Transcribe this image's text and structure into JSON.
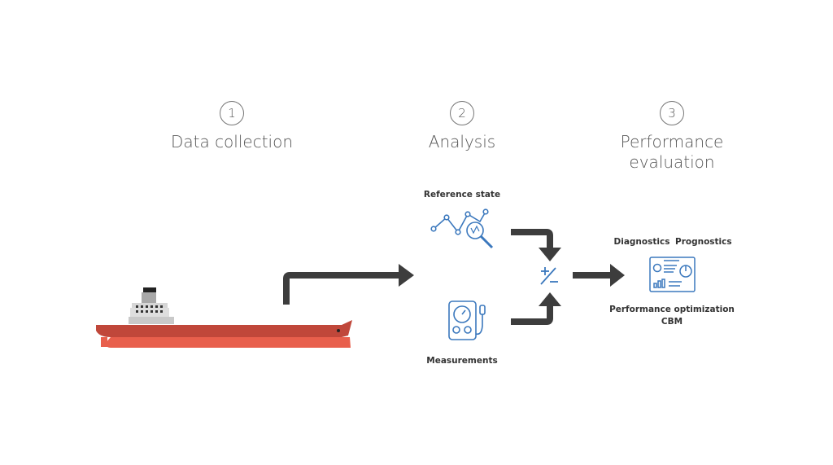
{
  "steps": [
    {
      "number": "1",
      "title": "Data collection"
    },
    {
      "number": "2",
      "title": "Analysis"
    },
    {
      "number": "3",
      "title": "Performance",
      "title_line2": "evaluation"
    }
  ],
  "analysis": {
    "reference_label": "Reference state",
    "measurements_label": "Measurements",
    "operator_symbol": "+/−"
  },
  "evaluation": {
    "diagnostics_label": "Diagnostics",
    "prognostics_label": "Prognostics",
    "optimization_label": "Performance optimization",
    "cbm_label": "CBM"
  },
  "colors": {
    "arrow": "#3d3d3d",
    "icon_blue": "#3b78bd",
    "hull_dark": "#c0473a",
    "hull_light": "#e85f4c",
    "text": "#555555"
  },
  "icons": [
    "ship-icon",
    "chart-magnifier-icon",
    "gauge-device-icon",
    "plus-minus-icon",
    "dashboard-icon"
  ]
}
